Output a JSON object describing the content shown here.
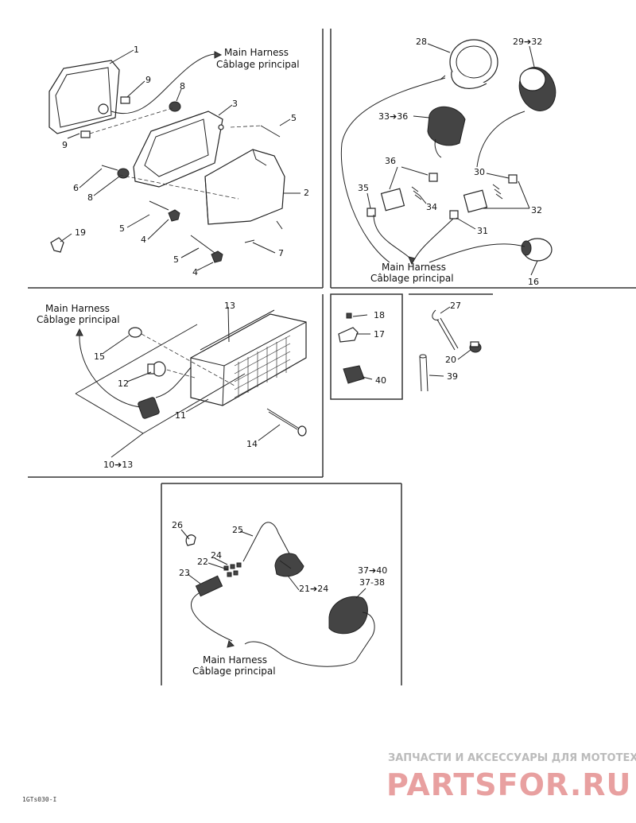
{
  "harness_label": {
    "en": "Main Harness",
    "fr": "Câblage principal"
  },
  "callouts": {
    "c1": "1",
    "c2": "2",
    "c3": "3",
    "c4a": "4",
    "c4b": "4",
    "c5a": "5",
    "c5b": "5",
    "c5c": "5",
    "c6": "6",
    "c7": "7",
    "c8a": "8",
    "c8b": "8",
    "c9a": "9",
    "c9b": "9",
    "c19": "19",
    "c28": "28",
    "c29": "29➔32",
    "c33": "33➔36",
    "c36": "36",
    "c35": "35",
    "c34": "34",
    "c30": "30",
    "c32": "32",
    "c31": "31",
    "c16": "16",
    "c13": "13",
    "c15": "15",
    "c12": "12",
    "c11": "11",
    "c14": "14",
    "c10": "10➔13",
    "c18": "18",
    "c17": "17",
    "c40": "40",
    "c27": "27",
    "c20": "20",
    "c39": "39",
    "c26": "26",
    "c25": "25",
    "c24": "24",
    "c22": "22",
    "c23": "23",
    "c21": "21➔24",
    "c37": "37➔40",
    "c3738": "37-38"
  },
  "watermark": {
    "line1": "ЗАПЧАСТИ И АКСЕССУАРЫ ДЛЯ МОТОТЕХНИКИ",
    "line2": "PARTSFOR.RU"
  },
  "figure_code": "1GTs030-I"
}
